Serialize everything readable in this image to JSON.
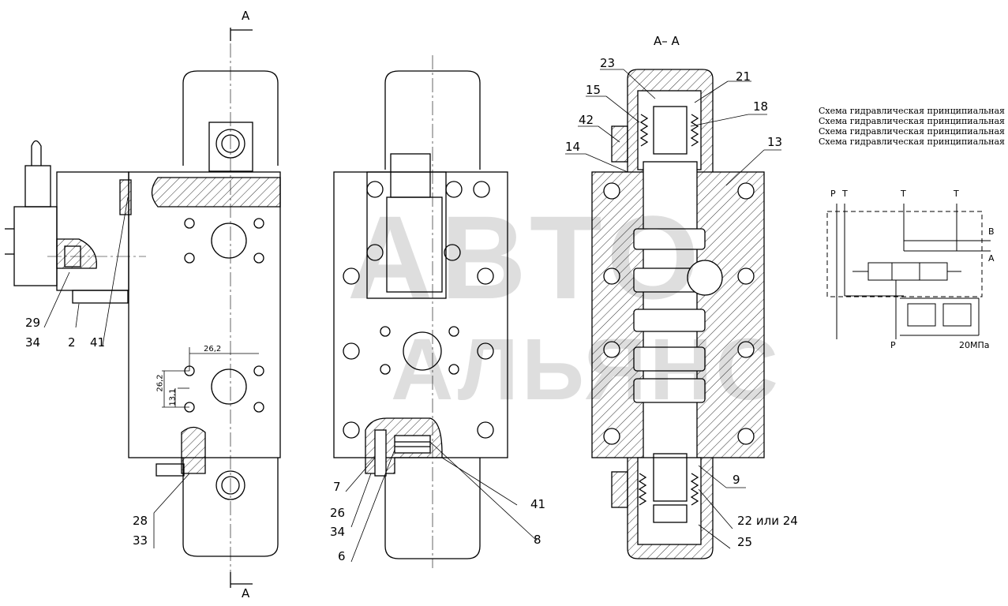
{
  "section_marks": {
    "top": "A",
    "bottom": "A",
    "section_title": "A– A"
  },
  "labels": {
    "l29": "29",
    "l34a": "34",
    "l2": "2",
    "l41a": "41",
    "l28": "28",
    "l33": "33",
    "l7": "7",
    "l26": "26",
    "l34b": "34",
    "l6": "6",
    "l41b": "41",
    "l8": "8",
    "l23": "23",
    "l15": "15",
    "l42": "42",
    "l14": "14",
    "l21": "21",
    "l18": "18",
    "l13": "13",
    "l9": "9",
    "l22": "22 или 24",
    "l25": "25"
  },
  "dimensions": {
    "d1": "26,2",
    "d2": "26,2",
    "d3": "13,1"
  },
  "schema": {
    "caption_lines": [
      "Схема гидравлическая принципиальная",
      "Схема гидравлическая принципиальная",
      "Схема гидравлическая принципиальная",
      "Схема гидравлическая принципиальная"
    ],
    "ports": {
      "p": "P",
      "t1": "T",
      "t2": "T",
      "t3": "T",
      "b": "B",
      "a": "A",
      "p_bottom": "P"
    },
    "pressure": "20МПа"
  },
  "watermark": {
    "line1": "АВТО",
    "line2": "АЛЬЯНС"
  }
}
